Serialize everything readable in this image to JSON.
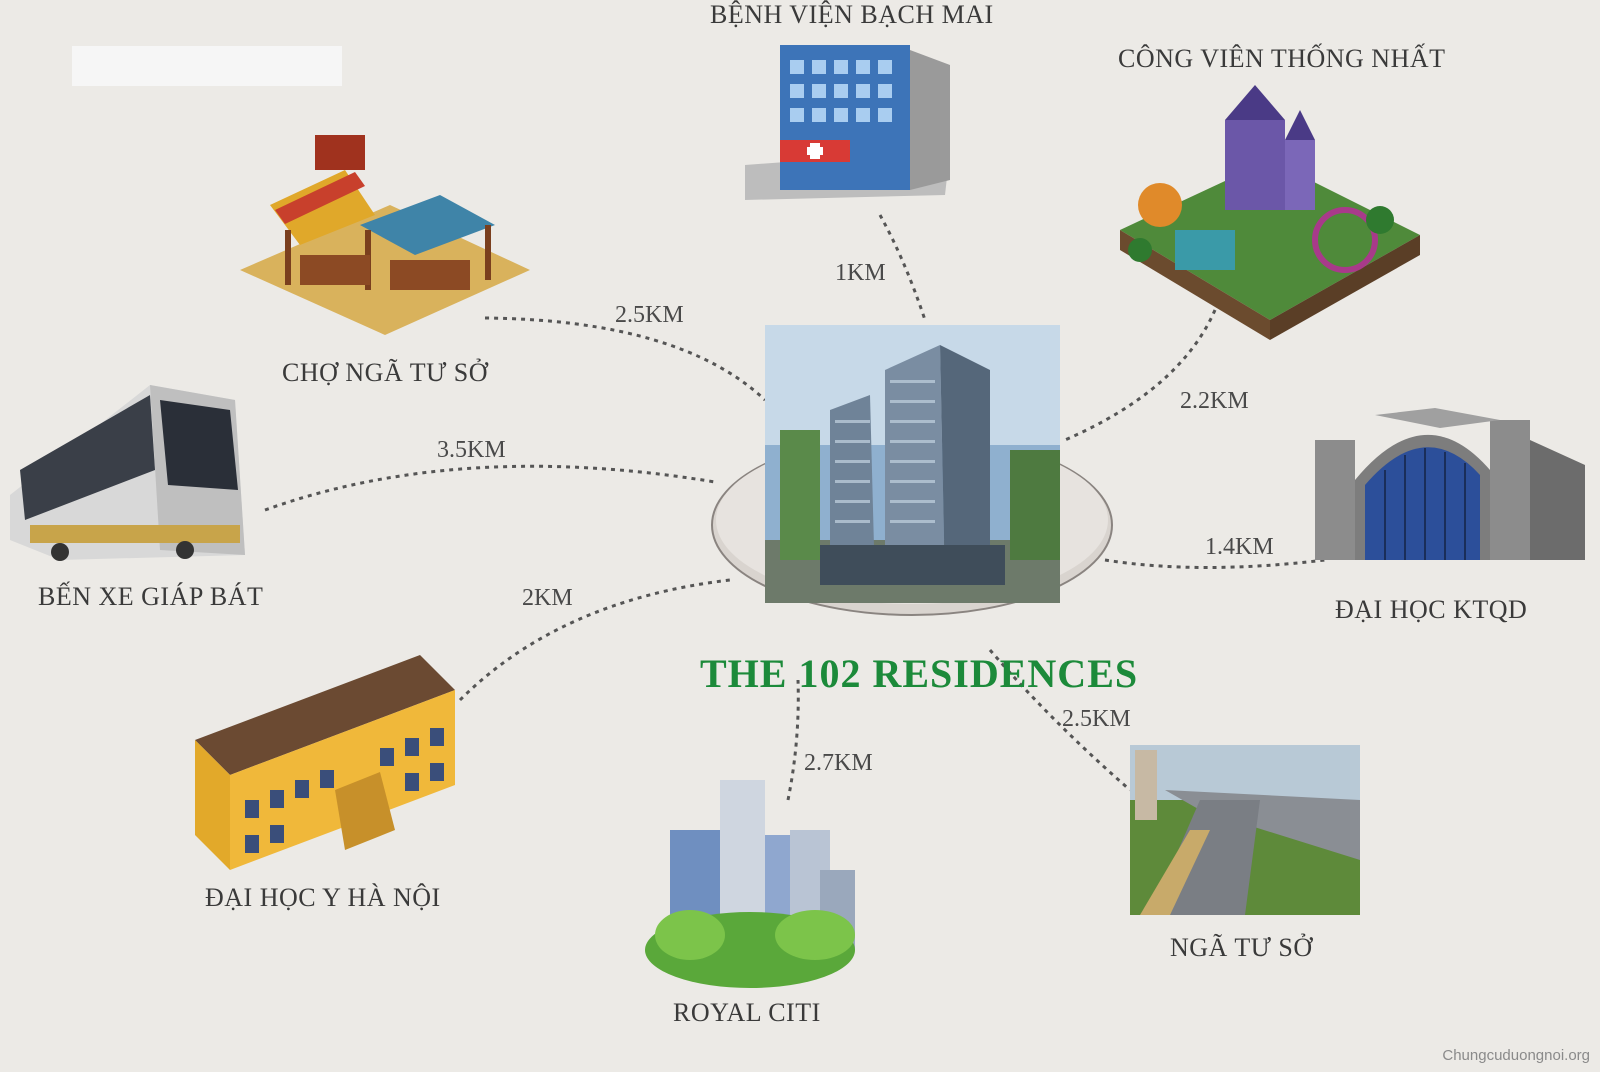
{
  "center": {
    "title": "THE 102 RESIDENCES"
  },
  "places": [
    {
      "id": "hospital",
      "label": "BỆNH VIỆN BẠCH MAI",
      "distance": "1KM"
    },
    {
      "id": "park",
      "label": "CÔNG VIÊN THỐNG NHẤT",
      "distance": "2.2KM"
    },
    {
      "id": "market",
      "label": "CHỢ NGÃ TƯ SỞ",
      "distance": "2.5KM"
    },
    {
      "id": "bus",
      "label": "BẾN XE GIÁP BÁT",
      "distance": "3.5KM"
    },
    {
      "id": "university-ktqd",
      "label": "ĐẠI HỌC KTQD",
      "distance": "1.4KM"
    },
    {
      "id": "medical-university",
      "label": "ĐẠI HỌC Y HÀ NỘI",
      "distance": "2KM"
    },
    {
      "id": "royal-citi",
      "label": "ROYAL CITI",
      "distance": "2.7KM"
    },
    {
      "id": "intersection",
      "label": "NGÃ TƯ SỞ",
      "distance": "2.5KM"
    }
  ],
  "watermark": "Chungcuduongnoi.org",
  "colors": {
    "background": "#eceae6",
    "title": "#1c8a3a",
    "dashed_line": "#555555"
  }
}
